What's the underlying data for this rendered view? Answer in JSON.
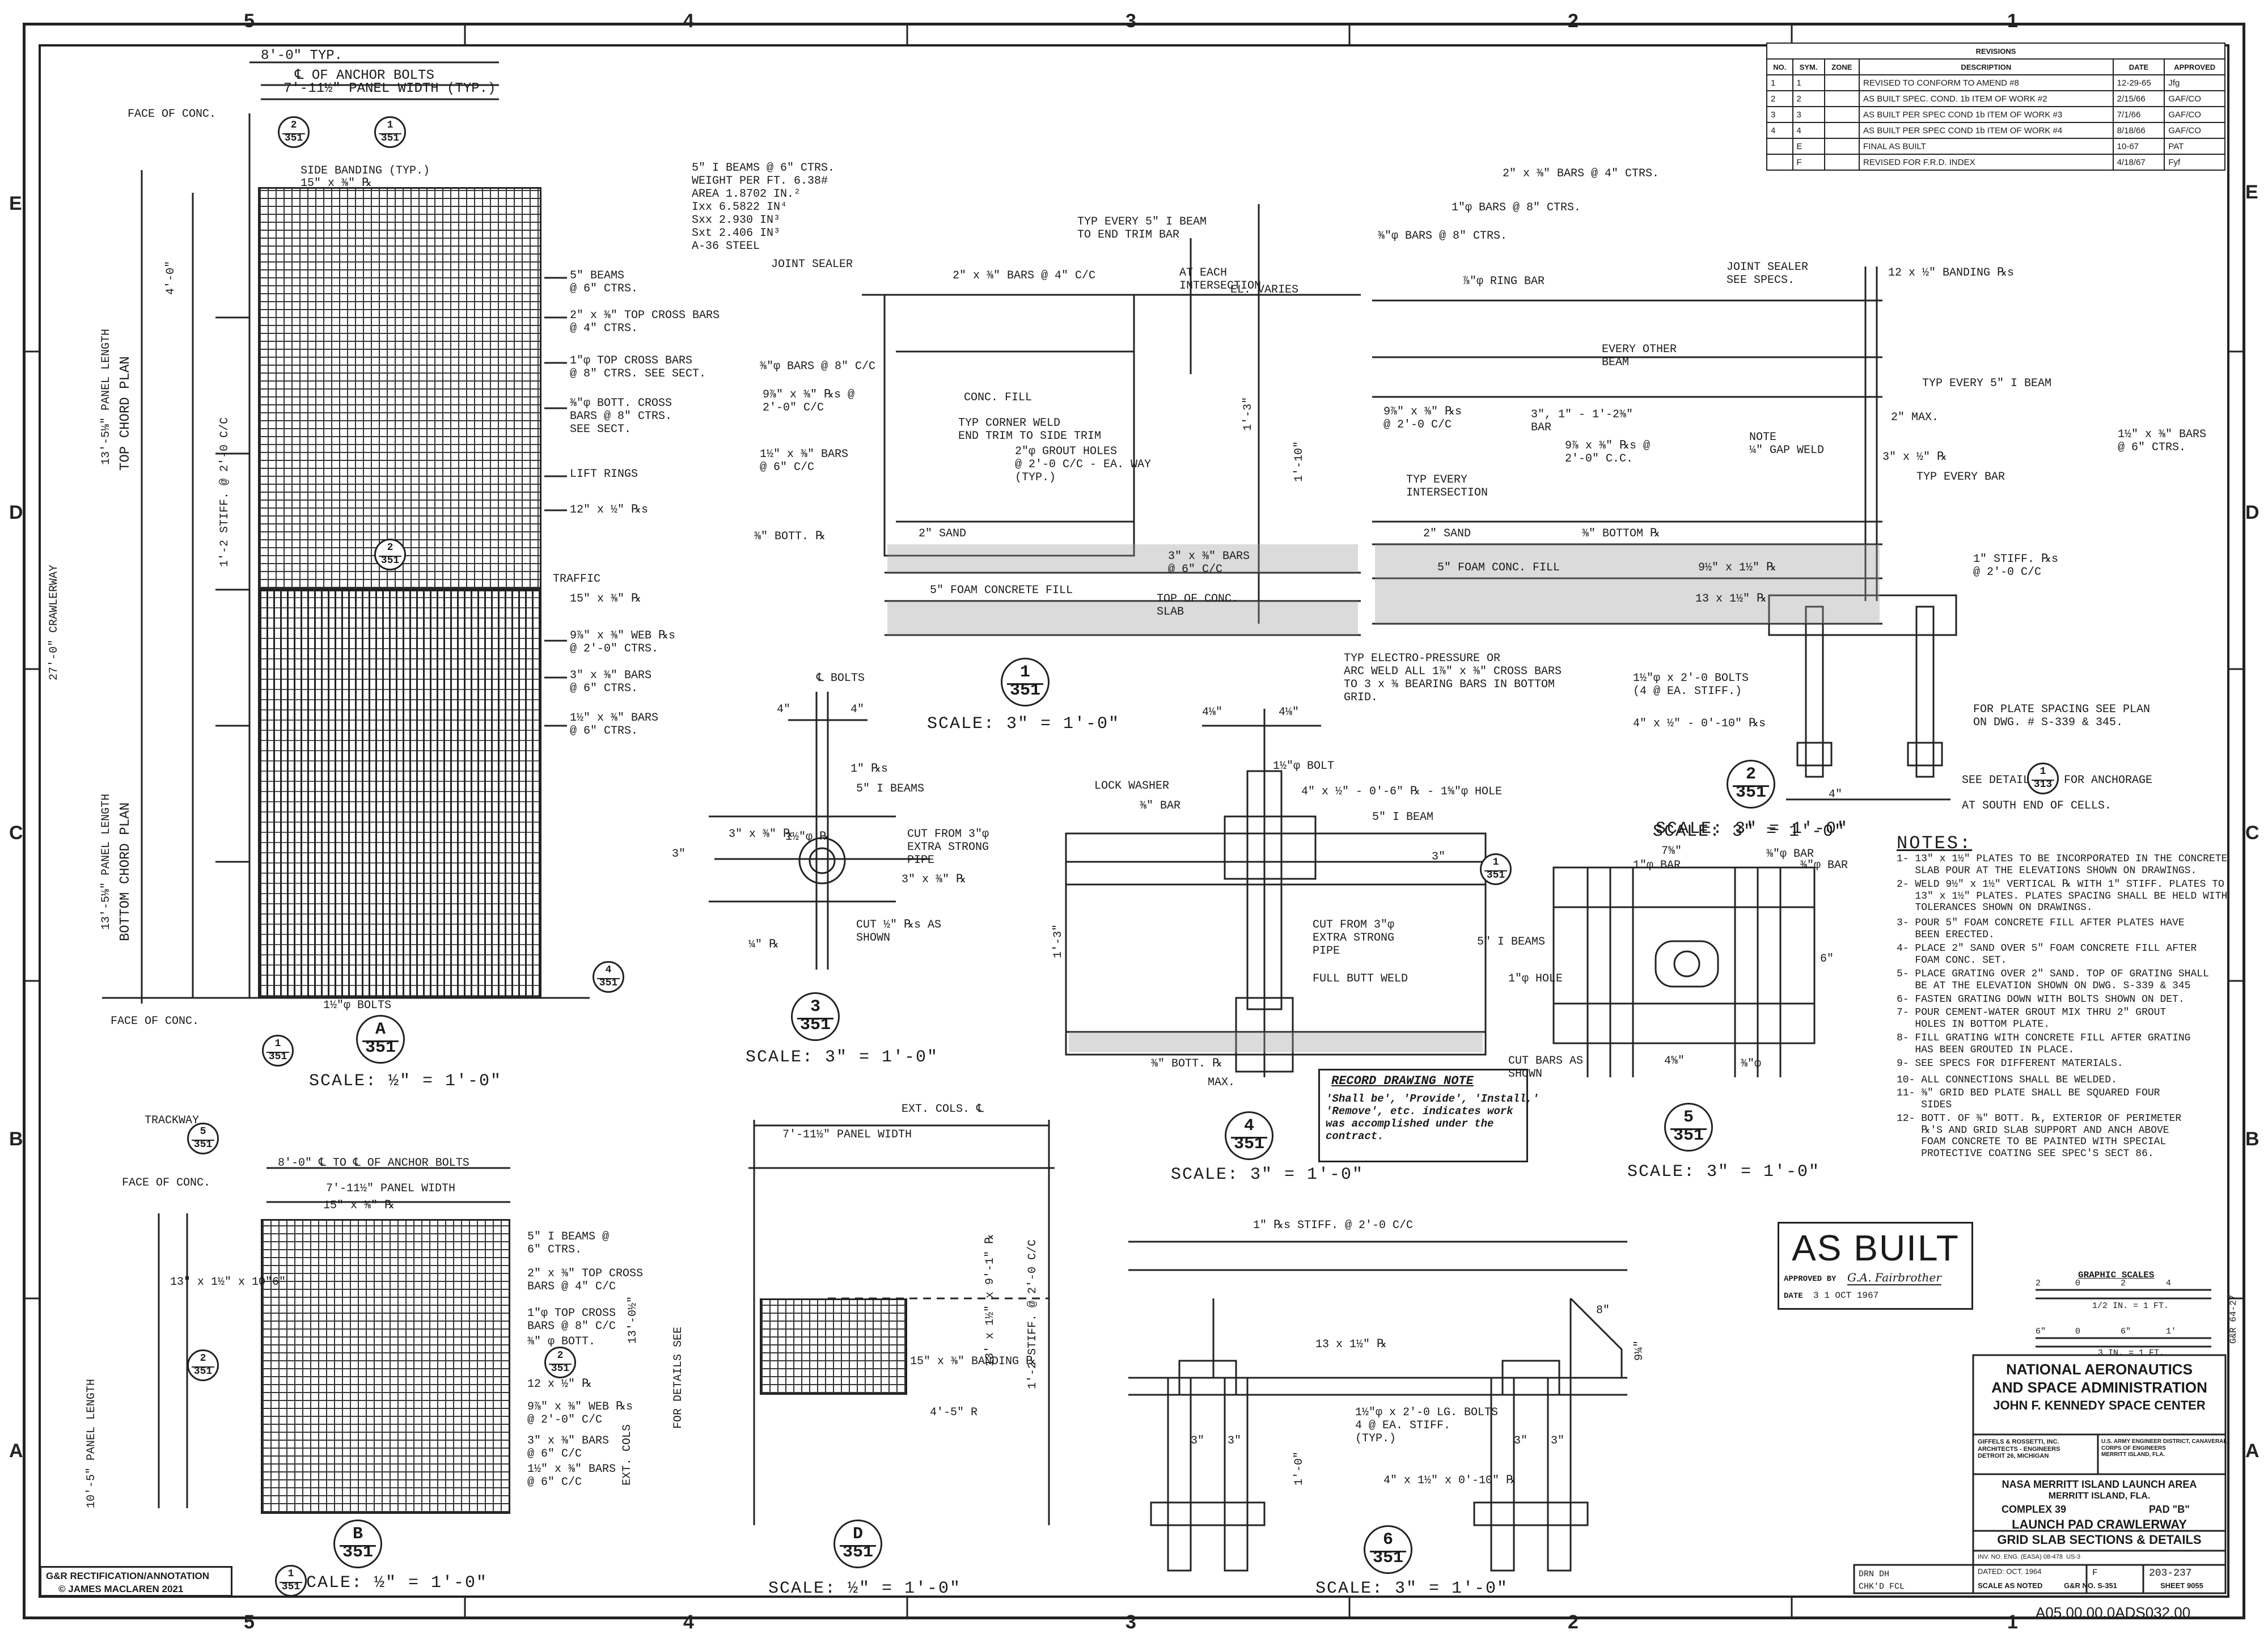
{
  "zones": {
    "top": [
      "5",
      "4",
      "3",
      "2",
      "1"
    ],
    "bottom": [
      "5",
      "4",
      "3",
      "2",
      "1"
    ],
    "left": [
      "E",
      "D",
      "C",
      "B",
      "A"
    ],
    "right": [
      "E",
      "D",
      "C",
      "B",
      "A"
    ]
  },
  "revisions": {
    "title": "REVISIONS",
    "headers": [
      "NO.",
      "SYM.",
      "ZONE",
      "DESCRIPTION",
      "DATE",
      "APPROVED"
    ],
    "rows": [
      [
        "1",
        "1",
        "",
        "REVISED TO CONFORM TO AMEND #8",
        "12-29-65",
        "Jfg"
      ],
      [
        "2",
        "2",
        "",
        "AS BUILT SPEC. COND. 1b ITEM OF WORK #2",
        "2/15/66",
        "GAF/CO"
      ],
      [
        "3",
        "3",
        "",
        "AS BUILT PER SPEC COND 1b ITEM OF WORK #3",
        "7/1/66",
        "GAF/CO"
      ],
      [
        "4",
        "4",
        "",
        "AS BUILT PER SPEC COND 1b ITEM OF WORK #4",
        "8/18/66",
        "GAF/CO"
      ],
      [
        "",
        "E",
        "",
        "FINAL AS BUILT",
        "10-67",
        "PAT"
      ],
      [
        "",
        "F",
        "",
        "REVISED FOR F.R.D. INDEX",
        "4/18/67",
        "Fyf"
      ]
    ]
  },
  "view_a": {
    "labels": [
      "8'-0\" TYP.",
      "℄ OF ANCHOR BOLTS",
      "7'-11½\" PANEL WIDTH (TYP.)",
      "FACE OF CONC.",
      "SIDE BANDING (TYP.)",
      "15\" x ⅜\" ℞",
      "5\" BEAMS\n@ 6\" CTRS.",
      "2\" x ⅜\" TOP CROSS BARS\n@ 4\" CTRS.",
      "1\"φ TOP CROSS BARS\n@ 8\" CTRS. SEE SECT.",
      "⅜\"φ BOTT. CROSS\nBARS @ 8\" CTRS.\nSEE SECT.",
      "LIFT RINGS",
      "12\" x ½\" ℞s",
      "TRAFFIC",
      "15\" x ⅜\" ℞",
      "9⅞\" x ⅜\" WEB ℞s\n@ 2'-0\" CTRS.",
      "3\" x ⅜\" BARS\n@ 6\" CTRS.",
      "1½\" x ⅜\" BARS\n@ 6\" CTRS.",
      "1½\"φ BOLTS",
      "FACE OF CONC.",
      "TOP CHORD PLAN",
      "BOTTOM CHORD PLAN",
      "13'-5⅛\" PANEL LENGTH",
      "13'-5⅛\" PANEL LENGTH",
      "27'-0\" CRAWLERWAY",
      "4'-0\"",
      "1'-2 STIFF. @ 2'-0 C/C"
    ],
    "bubble": [
      "A",
      "351"
    ],
    "scale": "SCALE: ½\" = 1'-0\""
  },
  "view_b": {
    "labels": [
      "TRACKWAY",
      "8'-0\" ℄ TO ℄ OF ANCHOR BOLTS",
      "7'-11½\" PANEL WIDTH",
      "15\" x ⅜\" ℞",
      "FACE OF CONC.",
      "5\" I BEAMS @\n6\" CTRS.",
      "2\" x ⅜\" TOP CROSS\nBARS @ 4\" C/C",
      "1\"φ TOP CROSS\nBARS @ 8\" C/C",
      "⅜\" φ BOTT.",
      "12 x ½\" ℞",
      "9⅞\" x ⅜\" WEB ℞s\n@ 2'-0\" C/C",
      "3\" x ⅜\" BARS\n@ 6\" C/C",
      "1½\" x ⅜\" BARS\n@ 6\" C/C",
      "13\" x 1½\" x 10\"6\"",
      "10'-5\" PANEL LENGTH",
      "EXT. COLS"
    ],
    "bubble": [
      "B",
      "351"
    ],
    "scale": "SCALE: ½\" = 1'-0\""
  },
  "view_d": {
    "labels": [
      "EXT. COLS. ℄",
      "7'-11½\" PANEL WIDTH",
      "FOR DETAILS SEE",
      "1'-2 STIFF. @ 2'-0 C/C",
      "13' x 1½\" x 9'-1\" ℞",
      "15\" x ⅜\" BANDING ℞",
      "4'-5\" R",
      "13'-0½\""
    ],
    "bubble": [
      "D",
      "351"
    ],
    "scale": "SCALE: ½\" = 1'-0\""
  },
  "section_1": {
    "labels": [
      "5\" I BEAMS @ 6\" CTRS.\nWEIGHT PER FT. 6.38#\nAREA 1.8702 IN.²\nIxx 6.5822 IN⁴\nSxx 2.930 IN³\nSxt 2.406 IN³\nA-36 STEEL",
      "JOINT SEALER",
      "TYP EVERY 5\" I BEAM\nTO END TRIM BAR",
      "2\" x ⅜\" BARS @ 4\" C/C",
      "AT EACH\nINTERSECTION",
      "EL. VARIES",
      "⅜\"φ BARS @ 8\" C/C",
      "9⅞\" x ⅜\" ℞s @\n2'-0\" C/C",
      "CONC. FILL",
      "TYP CORNER WELD\nEND TRIM TO SIDE TRIM",
      "2\"φ GROUT HOLES\n@ 2'-0 C/C - EA. WAY\n(TYP.)",
      "1½\" x ⅜\" BARS\n@ 6\" C/C",
      "2\" SAND",
      "⅜\" BOTT. ℞",
      "5\" FOAM CONCRETE FILL",
      "3\" x ⅜\" BARS\n@ 6\" C/C",
      "TOP OF CONC.\nSLAB",
      "1'-3\"",
      "1'-10\""
    ],
    "bubble": [
      "1",
      "351"
    ],
    "scale": "SCALE: 3\" = 1'-0\""
  },
  "section_2": {
    "labels": [
      "2\" x ⅜\" BARS @ 4\" CTRS.",
      "1\"φ BARS @ 8\" CTRS.",
      "⅜\"φ BARS @ 8\" CTRS.",
      "⅞\"φ RING BAR",
      "JOINT SEALER\nSEE SPECS.",
      "12 x ½\" BANDING ℞s",
      "EVERY OTHER\nBEAM",
      "TYP EVERY 5\" I BEAM",
      "9⅞\" x ⅜\" ℞s\n@ 2'-0 C/C",
      "3\", 1\" - 1'-2⅜\"\nBAR",
      "9⅞ x ⅜\" ℞s @\n2'-0\" C.C.",
      "TYP EVERY\nINTERSECTION",
      "2\" MAX.",
      "NOTE\n¼\" GAP WELD",
      "3\" x ½\" ℞",
      "TYP EVERY BAR",
      "1½\" x ⅜\" BARS\n@ 6\" CTRS.",
      "2\" SAND",
      "⅜\" BOTTOM ℞",
      "5\" FOAM CONC. FILL",
      "9½\" x 1½\" ℞",
      "1\" STIFF. ℞s\n@ 2'-0 C/C",
      "13 x 1½\" ℞",
      "TYP ELECTRO-PRESSURE OR\nARC WELD ALL 1⅞\" x ⅜\" CROSS BARS\nTO 3 x ⅜ BEARING BARS IN BOTTOM\nGRID.",
      "1½\"φ x 2'-0 BOLTS\n(4 @ EA. STIFF.)",
      "4\" x ½\" - 0'-10\" ℞s",
      "FOR PLATE SPACING SEE PLAN\nON DWG. # S-339 & 345.",
      "SEE DETAIL",
      "FOR ANCHORAGE",
      "AT SOUTH END OF CELLS.",
      "4\""
    ],
    "detail_ref": [
      "1",
      "313"
    ],
    "bubble": [
      "2",
      "351"
    ],
    "scale": "SCALE: 3\" = 1'-0\""
  },
  "section_3": {
    "labels": [
      "℄ BOLTS",
      "4\"",
      "4\"",
      "1\" ℞s",
      "5\" I BEAMS",
      "CUT FROM 3\"φ\nEXTRA STRONG\nPIPE",
      "3\" x ⅜\" ℞",
      "CUT ½\" ℞s AS\nSHOWN",
      "¼\" ℞",
      "1½\"φ ℞",
      "3\"",
      "3\" x ⅜\" ℞"
    ],
    "bubble": [
      "3",
      "351"
    ],
    "scale": "SCALE: 3\" = 1'-0\""
  },
  "section_4": {
    "labels": [
      "4⅛\"",
      "4⅛\"",
      "1½\"φ BOLT",
      "4\" x ½\" - 0'-6\" ℞ - 1⅝\"φ HOLE",
      "LOCK WASHER",
      "⅜\" BAR",
      "5\" I BEAM",
      "CUT FROM 3\"φ\nEXTRA STRONG\nPIPE",
      "FULL BUTT WELD",
      "⅜\" BOTT. ℞",
      "MAX.",
      "1'-3\"",
      "3\""
    ],
    "bubble": [
      "4",
      "351"
    ],
    "scale": "SCALE: 3\" = 1'-0\""
  },
  "section_5": {
    "labels": [
      "SCALE: 3\" = 1'-0\"",
      "7⅝\"",
      "1\"φ BAR",
      "⅜\"φ BAR",
      "⅜\"φ BAR",
      "5\" I BEAMS",
      "1\"φ HOLE",
      "CUT BARS AS\nSHOWN",
      "4⅝\"",
      "⅜\"φ",
      "6\""
    ],
    "bubble": [
      "5",
      "351"
    ],
    "scale": "SCALE: 3\" = 1'-0\""
  },
  "section_6": {
    "labels": [
      "1\" ℞s STIFF. @ 2'-0 C/C",
      "13 x 1½\" ℞",
      "1½\"φ x 2'-0 LG. BOLTS\n4 @ EA. STIFF.\n(TYP.)",
      "4\" x 1½\" x 0'-10\" ℞",
      "1'-0\"",
      "3\"",
      "3\"",
      "3\"",
      "3\"",
      "9¼\"",
      "8\""
    ],
    "bubble": [
      "6",
      "351"
    ],
    "scale": "SCALE: 3\" = 1'-0\""
  },
  "record_note": {
    "title": "RECORD DRAWING NOTE",
    "body": "'Shall be', 'Provide', 'Install,'\n'Remove', etc. indicates work\nwas accomplished under the\ncontract."
  },
  "notes": {
    "title": "NOTES:",
    "items": [
      "1- 13\" x 1½\" PLATES TO BE INCORPORATED IN THE CONCRETE\n   SLAB POUR AT THE ELEVATIONS SHOWN ON DRAWINGS.",
      "2- WELD 9½\" x 1½\" VERTICAL ℞ WITH 1\" STIFF. PLATES TO\n   13\" x 1½\" PLATES. PLATES SPACING SHALL BE HELD WITH\n   TOLERANCES SHOWN ON DRAWINGS.",
      "3- POUR 5\" FOAM CONCRETE FILL AFTER PLATES HAVE\n   BEEN ERECTED.",
      "4- PLACE 2\" SAND OVER 5\" FOAM CONCRETE FILL AFTER\n   FOAM CONC. SET.",
      "5- PLACE GRATING OVER 2\" SAND. TOP OF GRATING SHALL\n   BE AT THE ELEVATION SHOWN ON DWG. S-339 & 345",
      "6- FASTEN GRATING DOWN WITH BOLTS SHOWN ON DET.",
      "7- POUR CEMENT-WATER GROUT MIX THRU 2\" GROUT\n   HOLES IN BOTTOM PLATE.",
      "8- FILL GRATING WITH CONCRETE FILL AFTER GRATING\n   HAS BEEN GROUTED IN PLACE.",
      "9- SEE SPECS FOR DIFFERENT MATERIALS.",
      "10- ALL CONNECTIONS SHALL BE WELDED.",
      "11- ⅜\" GRID BED PLATE SHALL BE SQUARED FOUR\n    SIDES",
      "12- BOTT. OF ⅜\" BOTT. ℞, EXTERIOR OF PERIMETER\n    ℞'S AND GRID SLAB SUPPORT AND ANCH ABOVE\n    FOAM CONCRETE TO BE PAINTED WITH SPECIAL\n    PROTECTIVE COATING SEE SPEC'S SECT 86."
    ]
  },
  "stamp": {
    "title": "AS BUILT",
    "approved_label": "APPROVED BY",
    "approved_sig": "G.A. Fairbrother",
    "date_label": "DATE",
    "date": "3 1 OCT 1967"
  },
  "graphic_scales": {
    "title": "GRAPHIC SCALES",
    "scale1": "1/2 IN. = 1 FT.",
    "scale2": "3 IN. = 1 FT.",
    "ticks1": [
      "2",
      "0",
      "2",
      "4"
    ],
    "ticks2": [
      "6\"",
      "0",
      "6\"",
      "1'"
    ]
  },
  "side_ref": "G&R 64-27",
  "title_block": {
    "agency1": "NATIONAL AERONAUTICS",
    "agency2": "AND SPACE ADMINISTRATION",
    "center": "JOHN F. KENNEDY SPACE CENTER",
    "firm": "GIFFELS & ROSSETTI, INC.\nARCHITECTS - ENGINEERS\nDETROIT 26, MICHIGAN",
    "corps": "U.S. ARMY ENGINEER DISTRICT, CANAVERAL\nCORPS OF ENGINEERS\nMERRITT ISLAND, FLA.",
    "project1": "NASA MERRITT ISLAND LAUNCH AREA",
    "project2": "MERRITT ISLAND, FLA.",
    "complex": "COMPLEX 39",
    "pad": "PAD \"B\"",
    "title1": "LAUNCH PAD CRAWLERWAY",
    "title2": "GRID SLAB SECTIONS & DETAILS",
    "drawn": "DRN DH",
    "checked": "CHK'D FCL",
    "inv": "INV. NO. ENG. (EASA) 08-478  US-3",
    "dated": "DATED: OCT. 1964",
    "size": "F",
    "file_no": "203-237",
    "scale": "SCALE AS NOTED",
    "gr_no": "G&R NO. S-351",
    "sheet": "SHEET 9055",
    "index": "A05.00.00.0ADS032.00"
  },
  "credit": {
    "line1": "G&R RECTIFICATION/ANNOTATION",
    "line2": "© JAMES MACLAREN 2021"
  },
  "misc_refs": {
    "ref_top": [
      "1",
      "351"
    ],
    "ref_a2": [
      "2",
      "351"
    ],
    "ref_a4": [
      "4",
      "351"
    ],
    "ref_a1": [
      "1",
      "351"
    ],
    "ref_b5": [
      "5",
      "351"
    ],
    "ref_b2": [
      "2",
      "351"
    ],
    "ref_b1": [
      "1",
      "351"
    ],
    "ref_b3": [
      "2",
      "351"
    ],
    "ref_d": [
      "A",
      "351"
    ],
    "ref_4": [
      "1",
      "351"
    ]
  }
}
